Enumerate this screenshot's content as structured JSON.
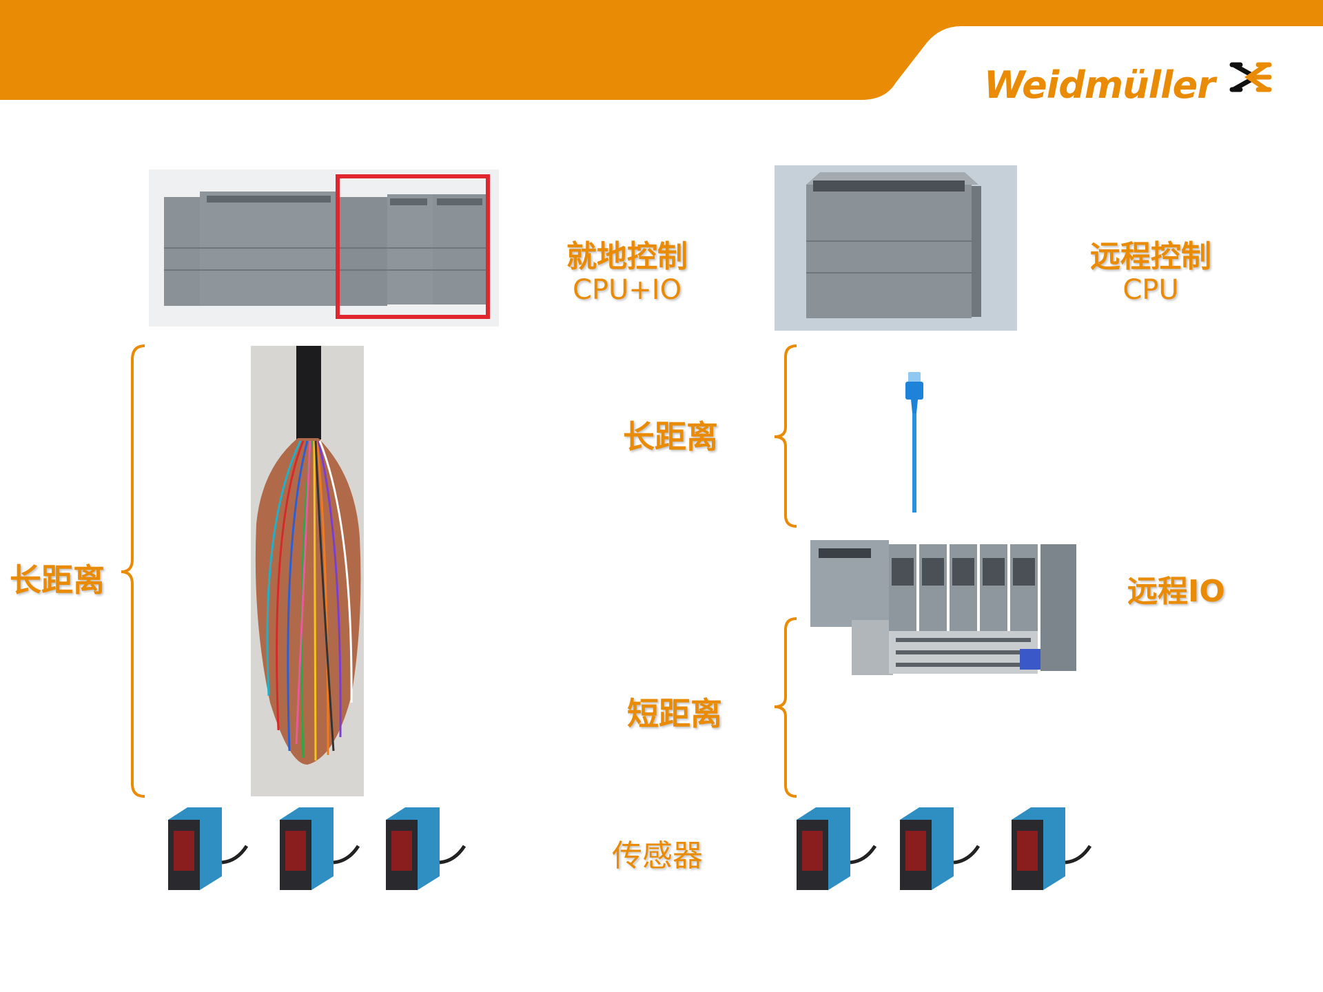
{
  "brand": {
    "name": "Weidmüller",
    "accent_color": "#ea8b05"
  },
  "left_panel": {
    "heading_line1": "就地控制",
    "heading_line2": "CPU+IO",
    "distance_label": "长距离"
  },
  "right_panel": {
    "heading_line1": "远程控制",
    "heading_line2": "CPU",
    "long_distance_label": "长距离",
    "remote_io_label": "远程IO",
    "short_distance_label": "短距离"
  },
  "sensors_label": "传感器",
  "icons": {
    "logo": "weidmuller-logo-icon",
    "plc": "plc-icon",
    "cable_bundle": "multi-wire-cable-icon",
    "ethernet": "ethernet-cable-icon",
    "remote_io": "remote-io-rack-icon",
    "sensor": "photoelectric-sensor-icon"
  }
}
